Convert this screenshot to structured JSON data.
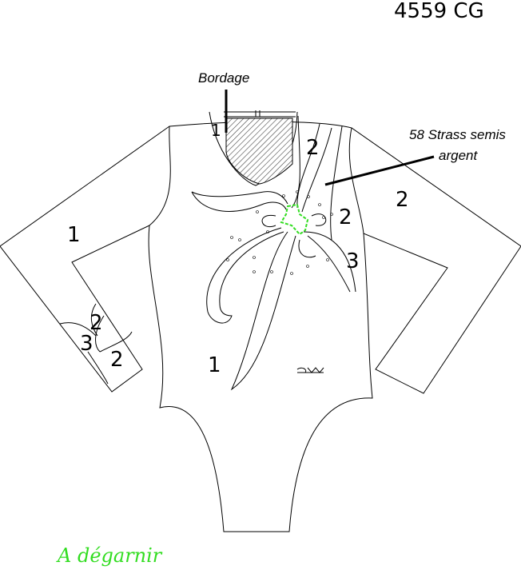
{
  "title": "4559 CG",
  "annotations": {
    "bordage": "Bordage",
    "strass_line1": "58 Strass semis",
    "strass_line2": "argent",
    "footer_note": "A dégarnir"
  },
  "zone_labels": [
    "1",
    "2",
    "2",
    "2",
    "1",
    "3",
    "2",
    "3",
    "2",
    "1"
  ],
  "colors": {
    "highlight": "#33dd22",
    "line": "#000000"
  }
}
